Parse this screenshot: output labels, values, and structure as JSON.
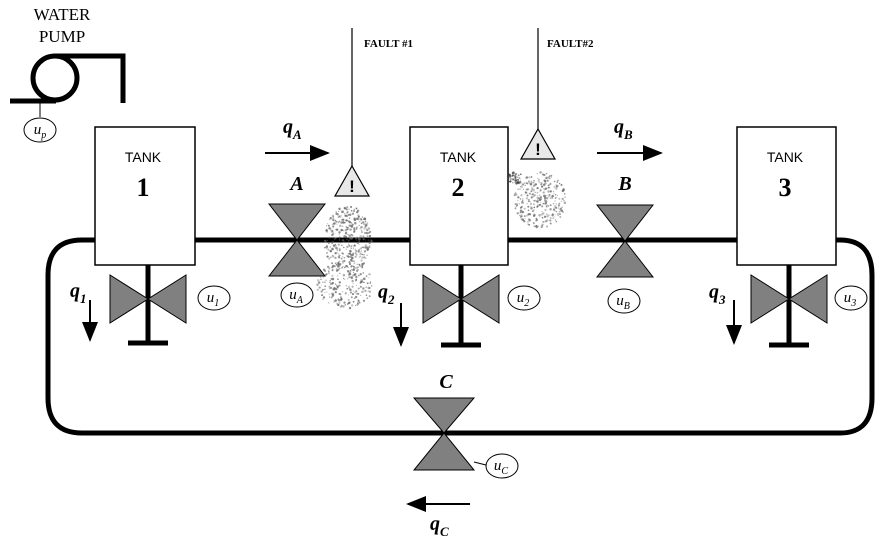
{
  "pump": {
    "title_line1": "WATER",
    "title_line2": "PUMP",
    "control_var": "u",
    "control_sub": "p"
  },
  "tanks": [
    {
      "label": "TANK",
      "number": "1"
    },
    {
      "label": "TANK",
      "number": "2"
    },
    {
      "label": "TANK",
      "number": "3"
    }
  ],
  "faults": [
    {
      "label": "FAULT #1",
      "warning_glyph": "!"
    },
    {
      "label": "FAULT#2",
      "warning_glyph": "!"
    }
  ],
  "valves": {
    "A": {
      "name": "A",
      "control_var": "u",
      "control_sub": "A"
    },
    "B": {
      "name": "B",
      "control_var": "u",
      "control_sub": "B"
    },
    "C": {
      "name": "C",
      "control_var": "u",
      "control_sub": "C"
    },
    "one": {
      "control_var": "u",
      "control_sub": "1"
    },
    "two": {
      "control_var": "u",
      "control_sub": "2"
    },
    "three": {
      "control_var": "u",
      "control_sub": "3"
    }
  },
  "flows": {
    "qA": {
      "var": "q",
      "sub": "A"
    },
    "qB": {
      "var": "q",
      "sub": "B"
    },
    "qC": {
      "var": "q",
      "sub": "C"
    },
    "q1": {
      "var": "q",
      "sub": "1"
    },
    "q2": {
      "var": "q",
      "sub": "2"
    },
    "q3": {
      "var": "q",
      "sub": "3"
    }
  },
  "colors": {
    "line": "#000000",
    "valve_fill": "#808080",
    "tank_fill": "#ffffff",
    "warning_fill": "#e8e8e8",
    "leak": "#6a6a6a"
  }
}
